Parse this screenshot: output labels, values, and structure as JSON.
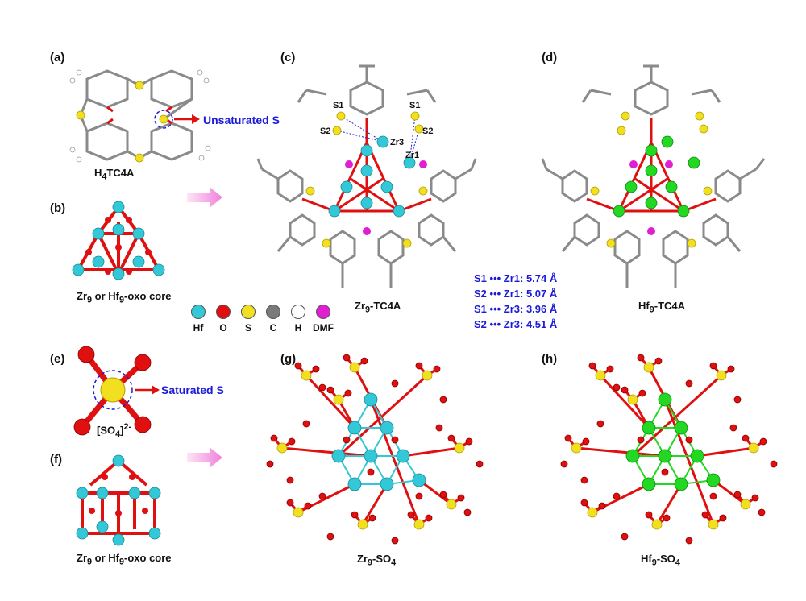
{
  "panels": {
    "a": {
      "label": "(a)",
      "caption_main": "H",
      "caption_sub": "4",
      "caption_tail": "TC4A",
      "annotation": "Unsaturated S"
    },
    "b": {
      "label": "(b)",
      "caption_a": "Zr",
      "caption_a_sub": "9",
      "caption_b": " or Hf",
      "caption_b_sub": "9",
      "caption_c": "-oxo core"
    },
    "c": {
      "label": "(c)",
      "caption_main": "Zr",
      "caption_sub": "9",
      "caption_tail": "-TC4A",
      "atom_labels": [
        "S1",
        "S1",
        "S2",
        "S2",
        "Zr3",
        "Zr1"
      ]
    },
    "d": {
      "label": "(d)",
      "caption_main": "Hf",
      "caption_sub": "9",
      "caption_tail": "-TC4A"
    },
    "e": {
      "label": "(e)",
      "caption_a": "[SO",
      "caption_sub": "4",
      "caption_b": "]",
      "caption_sup": "2-",
      "annotation": "Saturated S"
    },
    "f": {
      "label": "(f)",
      "caption_a": "Zr",
      "caption_a_sub": "9",
      "caption_b": " or Hf",
      "caption_b_sub": "9",
      "caption_c": "-oxo core"
    },
    "g": {
      "label": "(g)",
      "caption_main": "Zr",
      "caption_sub": "9",
      "caption_tail": "-SO",
      "caption_sub2": "4"
    },
    "h": {
      "label": "(h)",
      "caption_main": "Hf",
      "caption_sub": "9",
      "caption_tail": "-SO",
      "caption_sub2": "4"
    }
  },
  "legend": [
    {
      "label": "Hf",
      "color": "#33c8d8"
    },
    {
      "label": "O",
      "color": "#e01010"
    },
    {
      "label": "S",
      "color": "#f2e020"
    },
    {
      "label": "C",
      "color": "#7a7a7a"
    },
    {
      "label": "H",
      "color": "#ffffff"
    },
    {
      "label": "DMF",
      "color": "#e020d0"
    }
  ],
  "distances": [
    "S1 ••• Zr1: 5.74 Å",
    "S2 ••• Zr1: 5.07 Å",
    "S1 ••• Zr3: 3.96 Å",
    "S2 ••• Zr3: 4.51 Å"
  ],
  "colors": {
    "zr": "#33c8d8",
    "hf": "#22d822",
    "oxygen": "#e01010",
    "sulfur": "#f2e020",
    "carbon": "#7a7a7a",
    "dmf": "#e020d0",
    "arrow": "#e01010",
    "label_blue": "#1a1ad8"
  }
}
